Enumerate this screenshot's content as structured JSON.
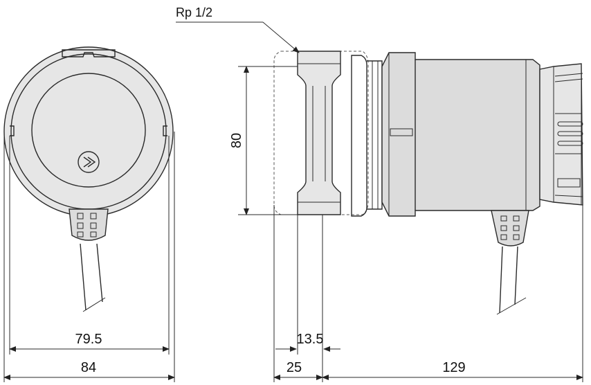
{
  "dimensions": {
    "width_inner": "79.5",
    "width_outer": "84",
    "height": "80",
    "port_offset": "13.5",
    "port_length": "25",
    "body_length": "129"
  },
  "labels": {
    "thread": "Rp 1/2"
  }
}
